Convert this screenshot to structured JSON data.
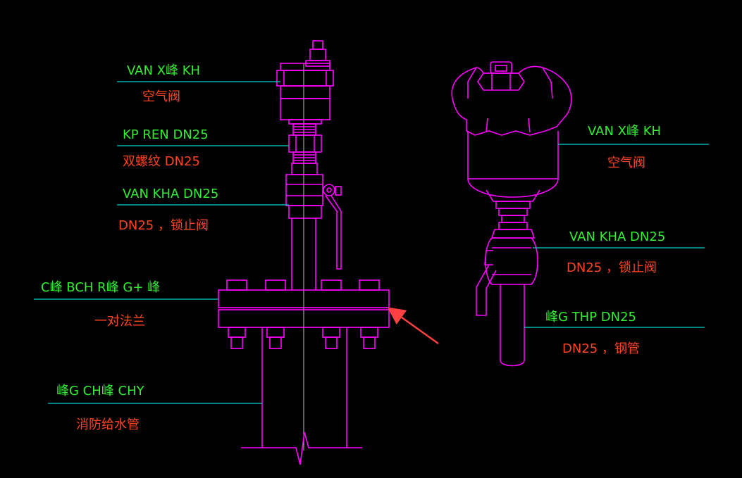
{
  "labels": {
    "air_valve_vn": "VAN X峰 KH",
    "air_valve_cn": "空气阀",
    "union_vn": "KP REN DN25",
    "union_cn": "双螺纹 DN25",
    "ball_valve_vn": "VAN KHA DN25",
    "ball_valve_cn": "DN25 ，锁止阀",
    "flange_vn": "C峰 BCH R峰 G+ 峰",
    "flange_cn": "一对法兰",
    "pipe_vn": "峰G CH峰 CHY",
    "pipe_cn": "消防给水管",
    "r_air_valve_vn": "VAN X峰 KH",
    "r_air_valve_cn": "空气阀",
    "r_ball_valve_vn": "VAN KHA DN25",
    "r_ball_valve_cn": "DN25 ，锁止阀",
    "r_steel_pipe_vn": "峰G THP DN25",
    "r_steel_pipe_cn": "DN25 ，钢管"
  },
  "colors": {
    "background": "#000000",
    "outline": "#ff00ff",
    "leader": "#00d0d0",
    "label_vn": "#33ee33",
    "label_cn": "#ff4422",
    "arrow": "#ff4040"
  }
}
